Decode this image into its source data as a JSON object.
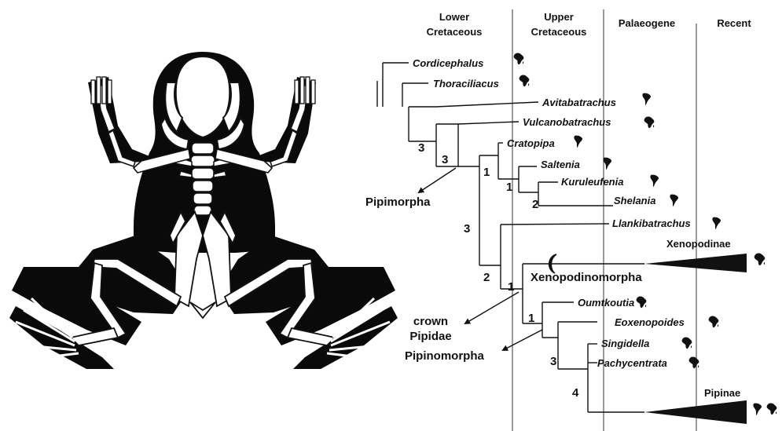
{
  "periods": [
    {
      "line1": "Lower",
      "line2": "Cretaceous"
    },
    {
      "line1": "Upper",
      "line2": "Cretaceous"
    },
    {
      "line1": "Palaeogene",
      "line2": ""
    },
    {
      "line1": "Recent",
      "line2": ""
    }
  ],
  "taxa": {
    "cordicephalus": "Cordicephalus",
    "thoraciliacus": "Thoraciliacus",
    "avitabatrachus": "Avitabatrachus",
    "vulcanobatrachus": "Vulcanobatrachus",
    "cratopipa": "Cratopipa",
    "saltenia": "Saltenia",
    "kuruleufenia": "Kuruleufenia",
    "shelania": "Shelania",
    "llankibatrachus": "Llankibatrachus",
    "xenopodinae": "Xenopodinae",
    "oumtkoutia": "Oumtkoutia",
    "eoxenopoides": "Eoxenopoides",
    "singidella": "Singidella",
    "pachycentrata": "Pachycentrata",
    "pipinae": "Pipinae"
  },
  "clades": {
    "pipimorpha": "Pipimorpha",
    "xenopodinomorpha": "Xenopodinomorpha",
    "crown_pipidae_line1": "crown",
    "crown_pipidae_line2": "Pipidae",
    "pipinomorpha": "Pipinomorpha"
  },
  "support": {
    "s1": "3",
    "s2": "3",
    "s3": "1",
    "s4": "1",
    "s5": "2",
    "s6": "3",
    "s7": "2",
    "s8": "1",
    "s9": "1",
    "s10": "3",
    "s11": "4"
  },
  "continents": {
    "africa": "africa-icon",
    "south_america": "south-america-icon"
  }
}
